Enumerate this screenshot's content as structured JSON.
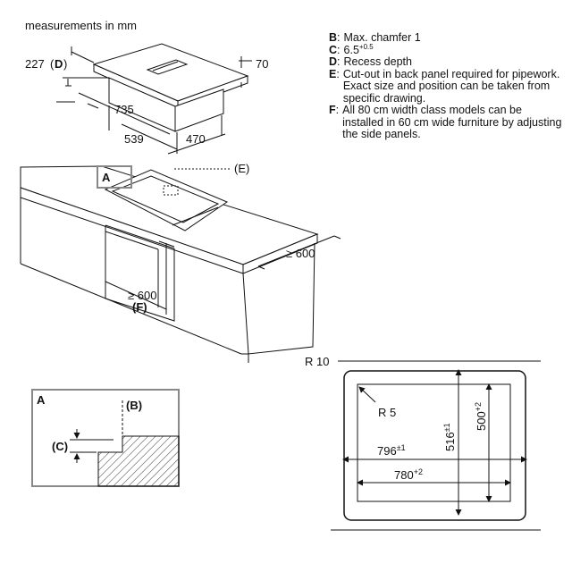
{
  "header": {
    "units_label": "measurements in mm"
  },
  "notes": [
    {
      "key": "B",
      "text": "Max. chamfer 1"
    },
    {
      "key": "C",
      "text": "6.5",
      "sup": "+0.5"
    },
    {
      "key": "D",
      "text": "Recess depth"
    },
    {
      "key": "E",
      "text": "Cut-out in back panel required for pipework. Exact size and position can be taken from specific drawing."
    },
    {
      "key": "F",
      "text": "All 80 cm width class models can be installed in 60 cm wide furniture by adjusting the side panels."
    }
  ],
  "appliance": {
    "dim_height_value": "227",
    "dim_height_key": "D",
    "dim_thickness": "70",
    "dim_depth_recess": "735",
    "dim_width_body": "539",
    "dim_depth_body": "470"
  },
  "installation": {
    "callout_A": "A",
    "callout_E": "(E)",
    "cabinet_depth": "≥ 600",
    "cabinet_width": "≥ 600",
    "cabinet_width_note": "(F)"
  },
  "detail": {
    "title": "A",
    "b_label": "(B)",
    "c_label": "(C)"
  },
  "cutout": {
    "outer_radius": "R 10",
    "inner_radius": "R 5",
    "width_outer": "796",
    "width_outer_tol": "±1",
    "width_inner": "780",
    "width_inner_tol": "+2",
    "depth_outer": "516",
    "depth_outer_tol": "±1",
    "depth_inner": "500",
    "depth_inner_tol": "+2"
  }
}
